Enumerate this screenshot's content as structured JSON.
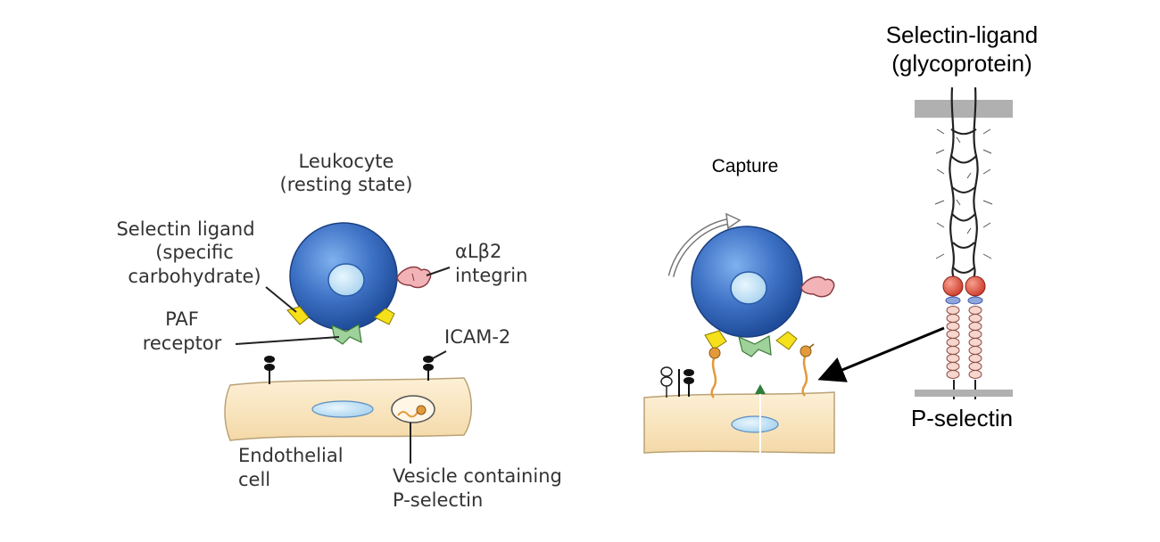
{
  "left_panel": {
    "leukocyte_label_1": "Leukocyte",
    "leukocyte_label_2": "(resting state)",
    "selectin_ligand_1": "Selectin ligand",
    "selectin_ligand_2": "(specific",
    "selectin_ligand_3": "carbohydrate)",
    "integrin_1": "αLβ2",
    "integrin_2": "integrin",
    "paf_1": "PAF",
    "paf_2": "receptor",
    "icam": "ICAM-2",
    "endothelial_1": "Endothelial",
    "endothelial_2": "cell",
    "vesicle_1": "Vesicle containing",
    "vesicle_2": "P-selectin"
  },
  "middle_panel": {
    "capture": "Capture"
  },
  "right_panel": {
    "ligand_1": "Selectin-ligand",
    "ligand_2": "(glycoprotein)",
    "p_selectin": "P-selectin"
  },
  "colors": {
    "cell_blue": "#3f73c6",
    "nucleus": "#bfe0f3",
    "endothelium": "#fbe5bf",
    "endothelium_edge": "#b9a275",
    "ligand_yellow": "#f5e01a",
    "paf_green": "#9fd29a",
    "integrin_pink": "#f2b3b6",
    "selectin_orange": "#e39a3b",
    "lectin_red": "#e25a4a",
    "membrane_gray": "#b0b0b0"
  }
}
